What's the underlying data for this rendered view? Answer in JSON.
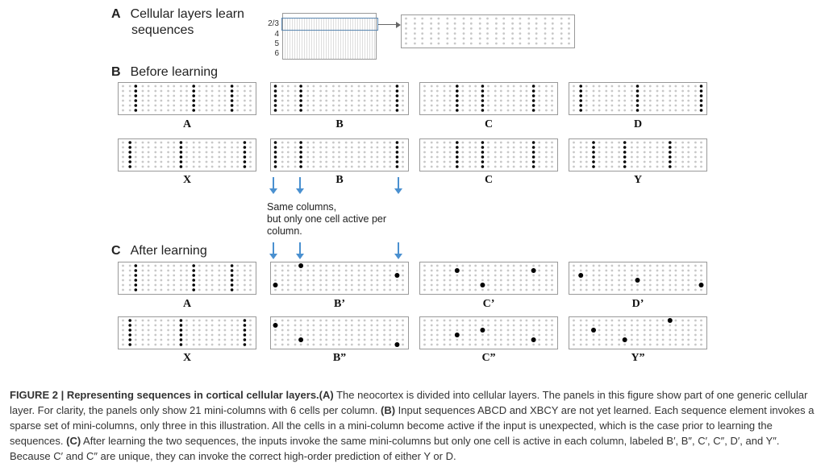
{
  "section_a": {
    "letter": "A",
    "title_line1": "Cellular layers learn",
    "title_line2": "sequences",
    "layers": [
      "2/3",
      "4",
      "5",
      "6"
    ]
  },
  "section_b": {
    "letter": "B",
    "title": "Before learning"
  },
  "section_c": {
    "letter": "C",
    "title": "After learning"
  },
  "note": {
    "line1": "Same columns,",
    "line2": "but only one cell active per",
    "line3": "column."
  },
  "grid": {
    "columns": 21,
    "cells_per_column": 6,
    "active_color": "#000000",
    "inactive_color": "#c8c8c8"
  },
  "before_rows": [
    [
      {
        "label": "A",
        "active_columns": [
          2,
          11,
          17
        ]
      },
      {
        "label": "B",
        "active_columns": [
          0,
          4,
          19
        ]
      },
      {
        "label": "C",
        "active_columns": [
          5,
          9,
          17
        ]
      },
      {
        "label": "D",
        "active_columns": [
          1,
          10,
          20
        ]
      }
    ],
    [
      {
        "label": "X",
        "active_columns": [
          1,
          9,
          19
        ]
      },
      {
        "label": "B",
        "active_columns": [
          0,
          4,
          19
        ]
      },
      {
        "label": "C",
        "active_columns": [
          5,
          9,
          17
        ]
      },
      {
        "label": "Y",
        "active_columns": [
          3,
          8,
          15
        ]
      }
    ]
  ],
  "after_rows": [
    [
      {
        "label": "A",
        "active_columns": [
          2,
          11,
          17
        ]
      },
      {
        "label": "B’",
        "active_cells": [
          [
            0,
            4
          ],
          [
            4,
            0
          ],
          [
            19,
            2
          ]
        ]
      },
      {
        "label": "C’",
        "active_cells": [
          [
            5,
            1
          ],
          [
            9,
            4
          ],
          [
            17,
            1
          ]
        ]
      },
      {
        "label": "D’",
        "active_cells": [
          [
            1,
            2
          ],
          [
            10,
            3
          ],
          [
            20,
            4
          ]
        ]
      }
    ],
    [
      {
        "label": "X",
        "active_columns": [
          1,
          9,
          19
        ]
      },
      {
        "label": "B”",
        "active_cells": [
          [
            0,
            1
          ],
          [
            4,
            4
          ],
          [
            19,
            5
          ]
        ]
      },
      {
        "label": "C”",
        "active_cells": [
          [
            5,
            3
          ],
          [
            9,
            2
          ],
          [
            17,
            4
          ]
        ]
      },
      {
        "label": "Y”",
        "active_cells": [
          [
            3,
            2
          ],
          [
            8,
            4
          ],
          [
            15,
            0
          ]
        ]
      }
    ]
  ],
  "caption": {
    "fig": "FIGURE 2 | Representing sequences in cortical cellular layers.",
    "a_tag": "(A)",
    "a_text": " The neocortex is divided into cellular layers. The panels in this figure show part of one generic cellular layer. For clarity, the panels only show 21 mini-columns with 6 cells per column. ",
    "b_tag": "(B)",
    "b_text": " Input sequences ABCD and XBCY are not yet learned. Each sequence element invokes a sparse set of mini-columns, only three in this illustration. All the cells in a mini-column become active if the input is unexpected, which is the case prior to learning the sequences. ",
    "c_tag": "(C)",
    "c_text": " After learning the two sequences, the inputs invoke the same mini-columns but only one cell is active in each column, labeled B′, B″, C′, C″, D′, and Y″. Because C′ and C″ are unique, they can invoke the correct high-order prediction of either Y or D."
  }
}
